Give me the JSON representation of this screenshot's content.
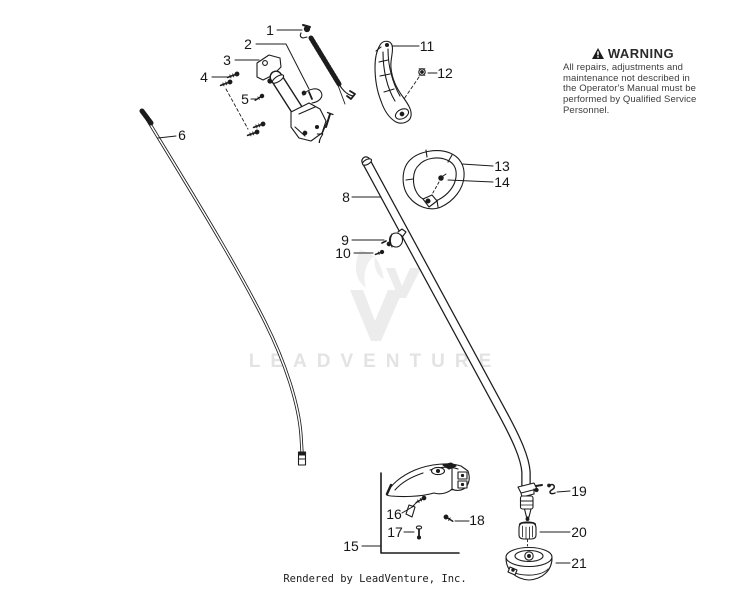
{
  "colors": {
    "background": "#ffffff",
    "line_art": "#1c1c1c",
    "callout_text": "#161616",
    "watermark": "#e4e4e4",
    "warning_text": "#3c3c3c"
  },
  "watermark": {
    "logo": "leadventure-v-logo",
    "text": "LEADVENTURE"
  },
  "warning": {
    "icon": "warning-triangle-icon",
    "title": "WARNING",
    "body": "All repairs, adjustments and maintenance not described in the Operator's Manual must be performed by Qualified Service Personnel."
  },
  "footer": {
    "credit": "Rendered by LeadVenture, Inc."
  },
  "diagram": {
    "type": "exploded-parts-diagram",
    "callouts": [
      {
        "number": "1"
      },
      {
        "number": "2"
      },
      {
        "number": "3"
      },
      {
        "number": "4"
      },
      {
        "number": "5"
      },
      {
        "number": "6"
      },
      {
        "number": "7"
      },
      {
        "number": "8"
      },
      {
        "number": "9"
      },
      {
        "number": "10"
      },
      {
        "number": "11"
      },
      {
        "number": "12"
      },
      {
        "number": "13"
      },
      {
        "number": "14"
      },
      {
        "number": "15"
      },
      {
        "number": "16"
      },
      {
        "number": "17"
      },
      {
        "number": "18"
      },
      {
        "number": "19"
      },
      {
        "number": "20"
      },
      {
        "number": "21"
      }
    ]
  }
}
